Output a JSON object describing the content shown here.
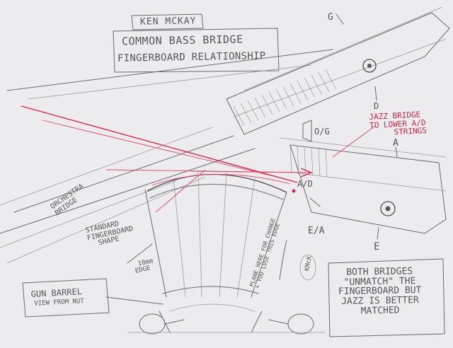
{
  "title": {
    "author": "KEN MCKAY",
    "line1": "COMMON BASS BRIDGE",
    "line2": "FINGERBOARD RELATIONSHIP"
  },
  "labels": {
    "g": "G",
    "d": "D",
    "a": "A",
    "e": "E",
    "og": "O/G",
    "ad": "A/D",
    "ea": "E/A",
    "jazz_bridge": [
      "JAZZ BRIDGE",
      "TO LOWER A/D",
      "STRINGS"
    ],
    "orchestra_bridge": [
      "ORCHESTRA",
      "BRIDGE"
    ],
    "standard_fingerboard": [
      "STANDARD",
      "FINGERBOARD",
      "SHAPE"
    ],
    "edge": [
      "10mm",
      "EDGE"
    ],
    "plane_note": [
      "PLANE HERE FOR CHANGE",
      "+ YOU LOSE THIS EDGE"
    ],
    "initials": "KMcK",
    "gun_barrel": [
      "GUN BARREL",
      "VIEW FROM NUT"
    ],
    "conclusion": [
      "BOTH BRIDGES",
      "\"UNMATCH\" THE",
      "FINGERBOARD BUT",
      "JAZZ IS BETTER",
      "MATCHED"
    ]
  },
  "colors": {
    "paper": "#ecebed",
    "pencil": "#6a6a70",
    "red_ink": "#d62b4e"
  }
}
